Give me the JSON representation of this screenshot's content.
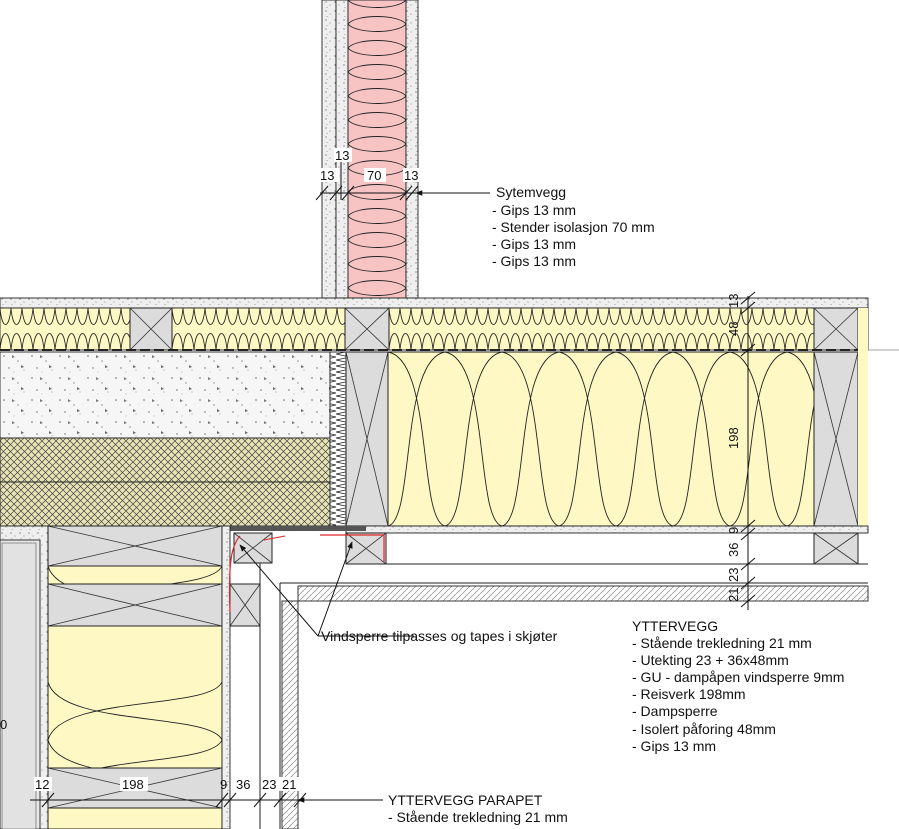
{
  "colors": {
    "gypsum": "#e8e8e8",
    "insulation_yellow": "#fdf8c4",
    "insulation_pink": "#f7c3c3",
    "timber": "#dcdcdc",
    "concrete": "#f4f4f4",
    "hatch": "#e6e2b0",
    "windproof_tape": "#e0262b",
    "line": "#111111"
  },
  "labels": {
    "sytemvegg": {
      "title": "Sytemvegg",
      "lines": [
        "- Gips 13 mm",
        "- Stender isolasjon 70 mm",
        "- Gips 13 mm",
        "- Gips 13 mm"
      ]
    },
    "vindsperre_note": "Vindsperre tilpasses og tapes i skjøter",
    "yttervegg": {
      "title": "YTTERVEGG",
      "lines": [
        "- Stående trekledning 21 mm",
        "- Utekting 23 + 36x48mm",
        "- GU - dampåpen vindsperre 9mm",
        "- Reisverk 198mm",
        "- Dampsperre",
        "- Isolert påforing 48mm",
        "- Gips 13 mm"
      ]
    },
    "yttervegg_parapet": {
      "title": "YTTERVEGG PARAPET",
      "lines": [
        "- Stående trekledning 21 mm"
      ]
    },
    "edge_fragment": "0"
  },
  "dimensions": {
    "partition_top": "13",
    "partition_row": [
      "13",
      "70",
      "13"
    ],
    "wall_stack": [
      "13",
      "48",
      "198",
      "9",
      "36",
      "23",
      "21"
    ],
    "parapet_row": [
      "12",
      "198",
      "9",
      "36",
      "23",
      "21"
    ]
  }
}
